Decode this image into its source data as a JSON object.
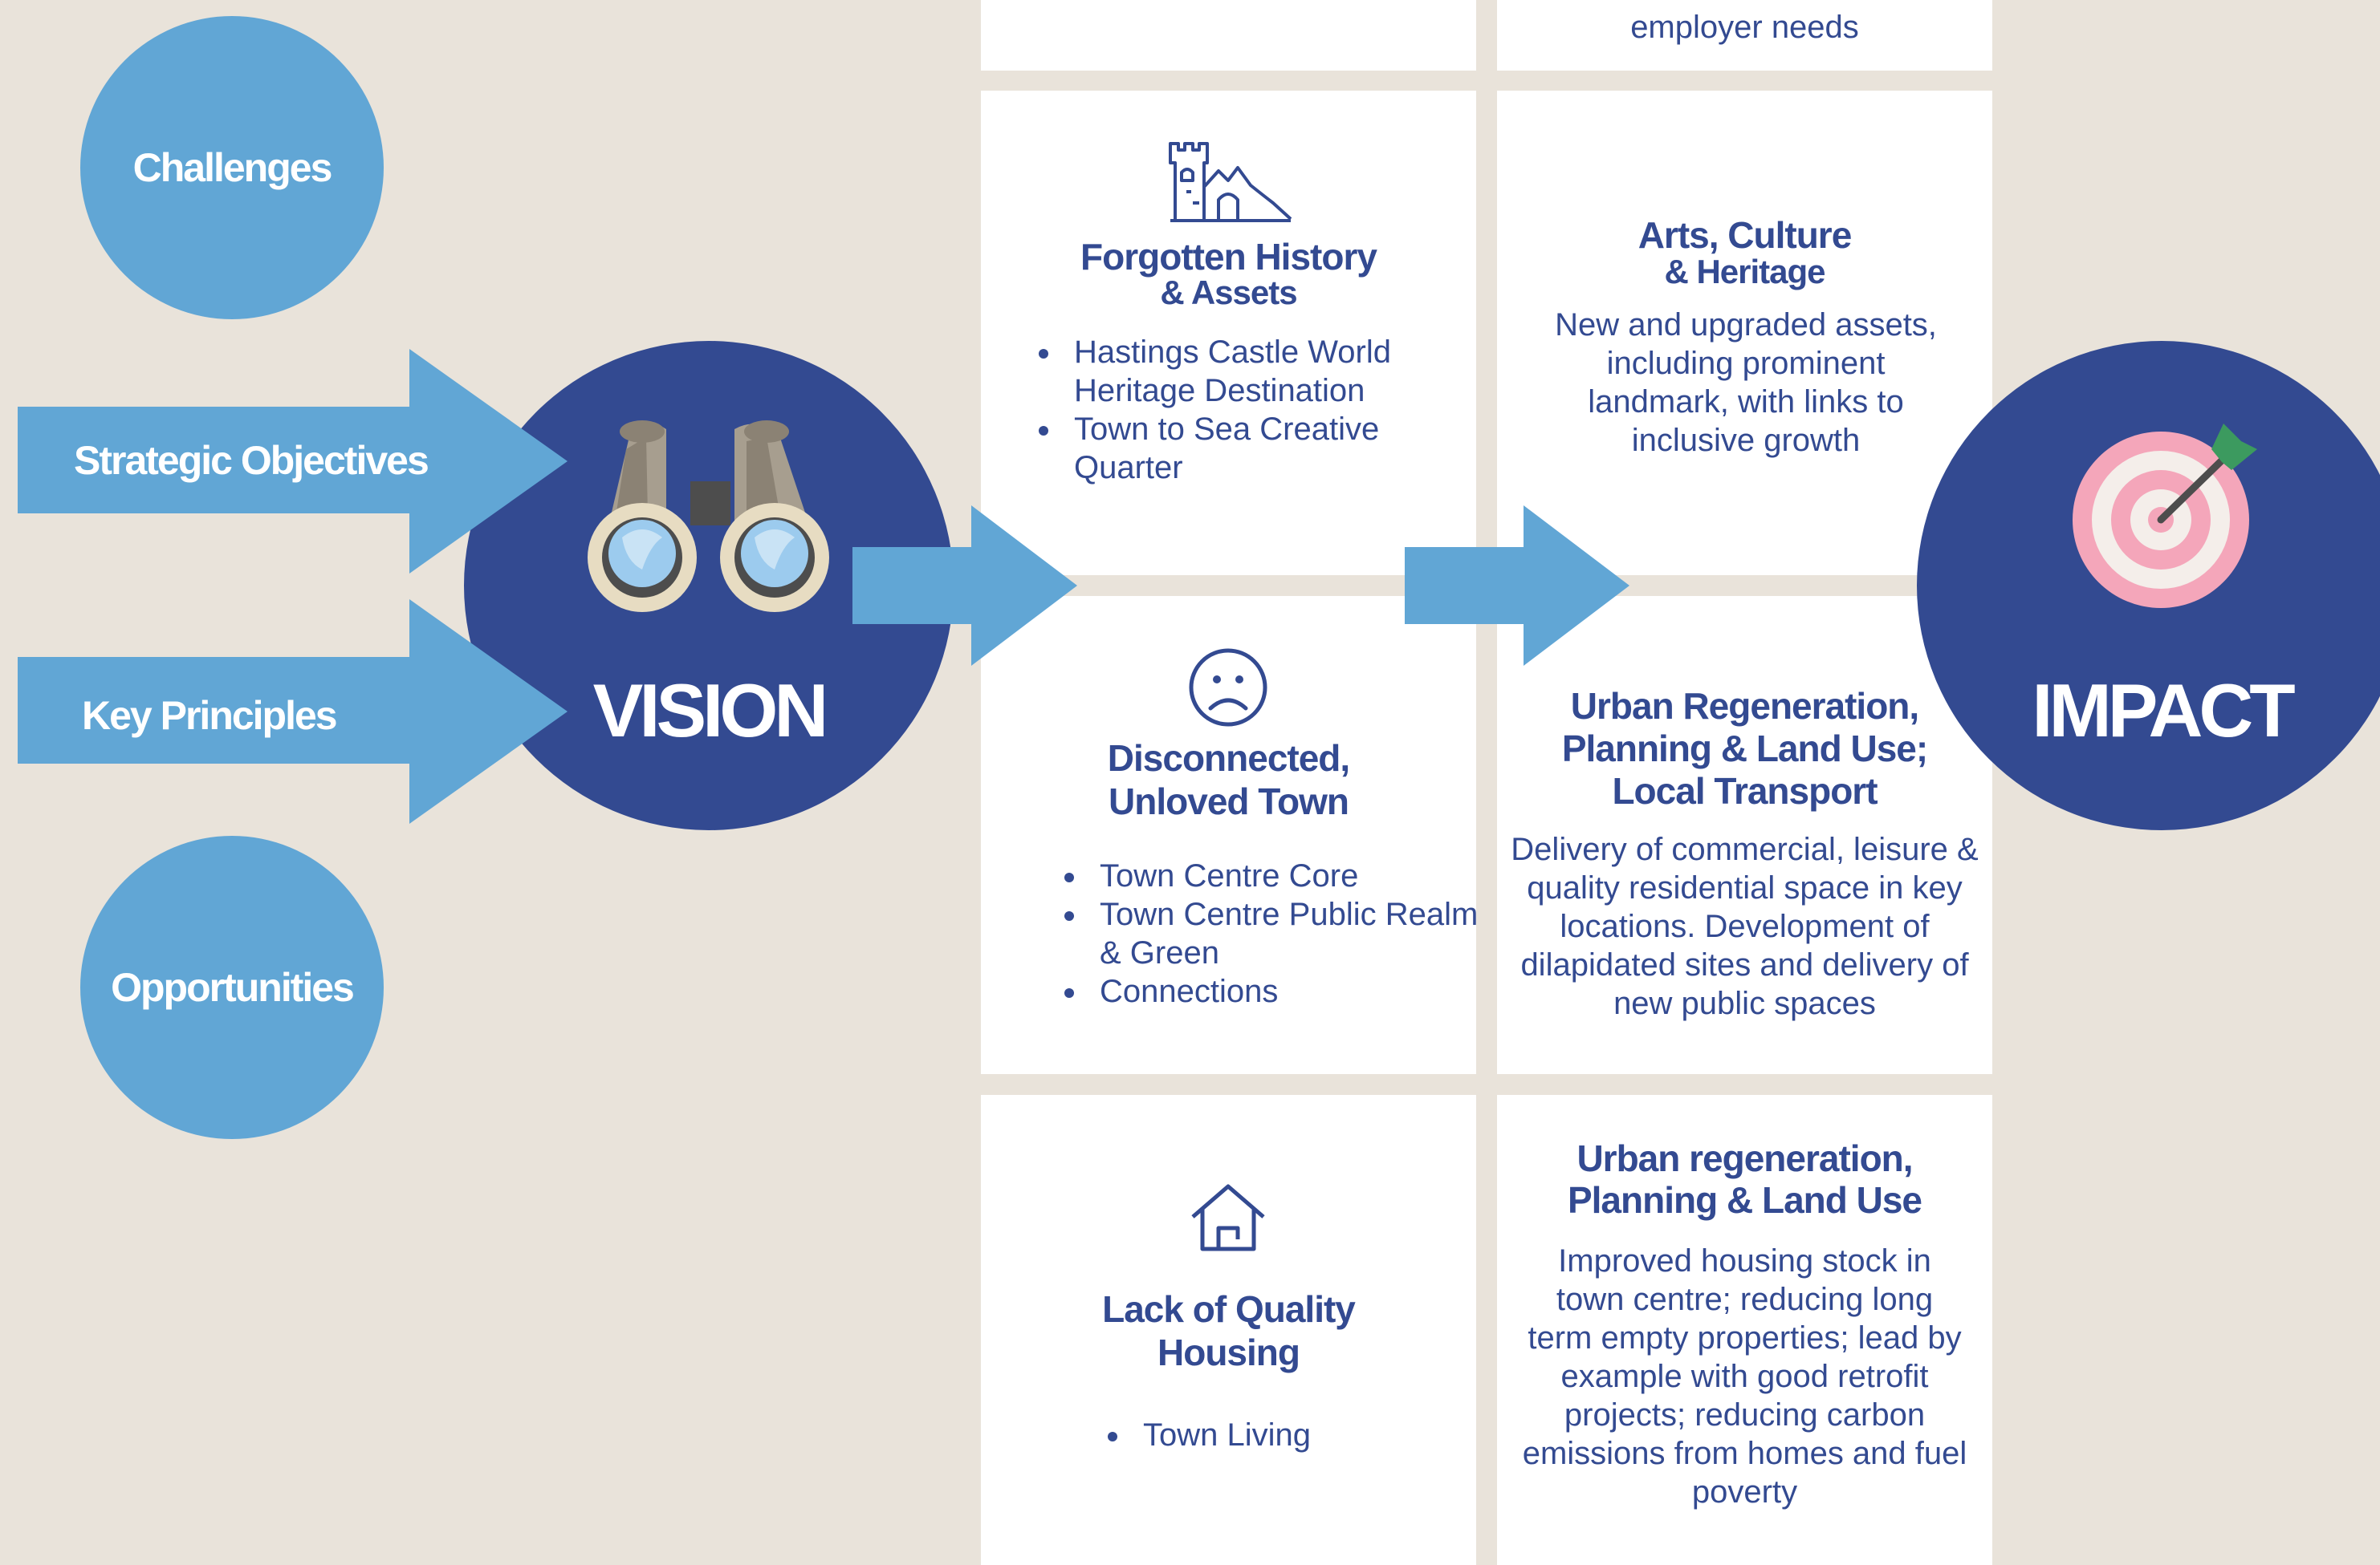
{
  "left_items": {
    "challenges": "Challenges",
    "strategic_objectives": "Strategic Objectives",
    "key_principles": "Key Principles",
    "opportunities": "Opportunities"
  },
  "vision": {
    "label": "VISION",
    "icon": "binoculars-icon"
  },
  "impact": {
    "label": "IMPACT",
    "icon": "target-dart-icon"
  },
  "top_card_right_text": "employer needs",
  "challenges_column": [
    {
      "icon": "castle-ruins-icon",
      "title_line1": "Forgotten History",
      "title_line2": "& Assets",
      "bullets": [
        "Hastings Castle World Heritage Destination",
        "Town to Sea Creative Quarter"
      ]
    },
    {
      "icon": "sad-face-icon",
      "title_line1": "Disconnected,",
      "title_line2": "Unloved Town",
      "bullets": [
        "Town Centre Core",
        "Town Centre Public Realm & Green",
        "Connections"
      ]
    },
    {
      "icon": "house-icon",
      "title_line1": "Lack of Quality",
      "title_line2": "Housing",
      "bullets": [
        "Town Living"
      ]
    }
  ],
  "outcomes_column": [
    {
      "title_line1": "Arts, Culture",
      "title_line2": "& Heritage",
      "body": "New and upgraded assets, including prominent landmark, with links to inclusive growth"
    },
    {
      "title_line1": "Urban Regeneration,",
      "title_line2": "Planning & Land Use;",
      "title_line3": "Local Transport",
      "body": "Delivery of commercial, leisure & quality residential space in key locations. Development of dilapidated sites and delivery of new public spaces"
    },
    {
      "title_line1": "Urban regeneration,",
      "title_line2": "Planning & Land Use",
      "body": "Improved housing stock in town centre; reducing long term empty properties; lead by example with good retrofit projects; reducing carbon emissions from homes and fuel poverty"
    }
  ],
  "colors": {
    "background": "#e9e3da",
    "light_blue": "#61a6d5",
    "navy": "#334a91",
    "white": "#ffffff"
  }
}
